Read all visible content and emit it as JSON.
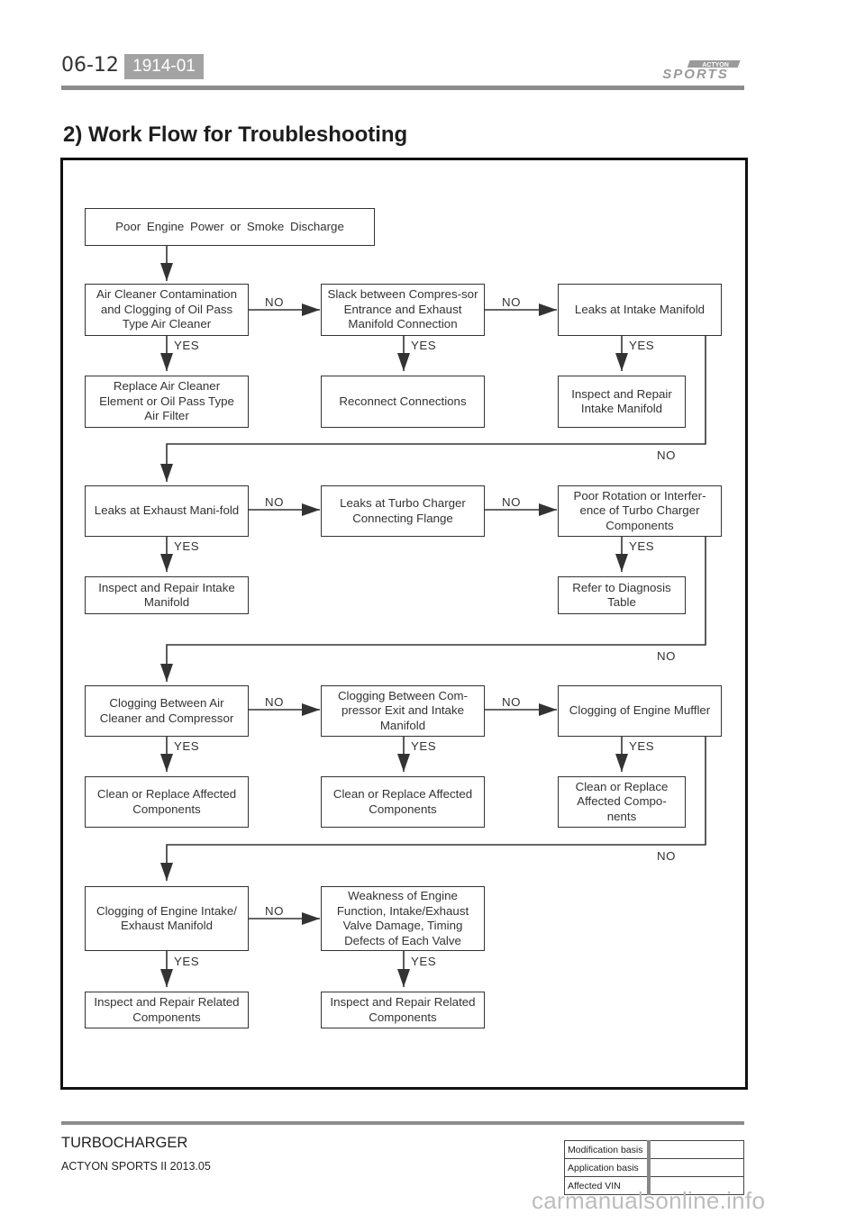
{
  "header": {
    "page_number": "06-12",
    "doc_code": "1914-01",
    "logo_text": "SPORTS",
    "logo_small": "ACTYON"
  },
  "title": "2) Work Flow for Troubleshooting",
  "flow": {
    "start": "Poor  Engine  Power  or  Smoke  Discharge",
    "row1": {
      "a": "Air Cleaner Contamination and Clogging of Oil Pass Type Air Cleaner",
      "b": "Slack  between  Compres-sor  Entrance  and  Exhaust Manifold Connection",
      "c": "Leaks  at  Intake  Manifold",
      "a_yes": "Replace Air Cleaner Element or Oil Pass Type Air Filter",
      "b_yes": "Reconnect  Connections",
      "c_yes": "Inspect and Repair Intake Manifold"
    },
    "row2": {
      "a": "Leaks  at  Exhaust  Mani-fold",
      "b": "Leaks at Turbo Charger Connecting Flange",
      "c": "Poor Rotation or Interfer-ence of Turbo Charger Components",
      "a_yes": "Inspect and Repair Intake Manifold",
      "c_yes": "Refer to Diagnosis Table"
    },
    "row3": {
      "a": "Clogging Between Air Cleaner and Compressor",
      "b": "Clogging Between Com-pressor Exit and Intake Manifold",
      "c": "Clogging of Engine Muffler",
      "a_yes": "Clean or Replace Affected Components",
      "b_yes": "Clean or Replace Affected Components",
      "c_yes": "Clean or Replace Affected Compo-nents"
    },
    "row4": {
      "a": "Clogging of Engine Intake/ Exhaust Manifold",
      "b": "Weakness of Engine Function, Intake/Exhaust Valve Damage, Timing Defects of Each Valve",
      "a_yes": "Inspect and Repair Related Components",
      "b_yes": "Inspect and Repair Related Components"
    },
    "labels": {
      "yes": "YES",
      "no": "NO"
    }
  },
  "footer": {
    "section": "TURBOCHARGER",
    "model": "ACTYON SPORTS II 2013.05",
    "table": [
      {
        "key": "Modification basis",
        "value": ""
      },
      {
        "key": "Application basis",
        "value": ""
      },
      {
        "key": "Affected VIN",
        "value": ""
      }
    ],
    "watermark": "carmanualsonline.info"
  }
}
